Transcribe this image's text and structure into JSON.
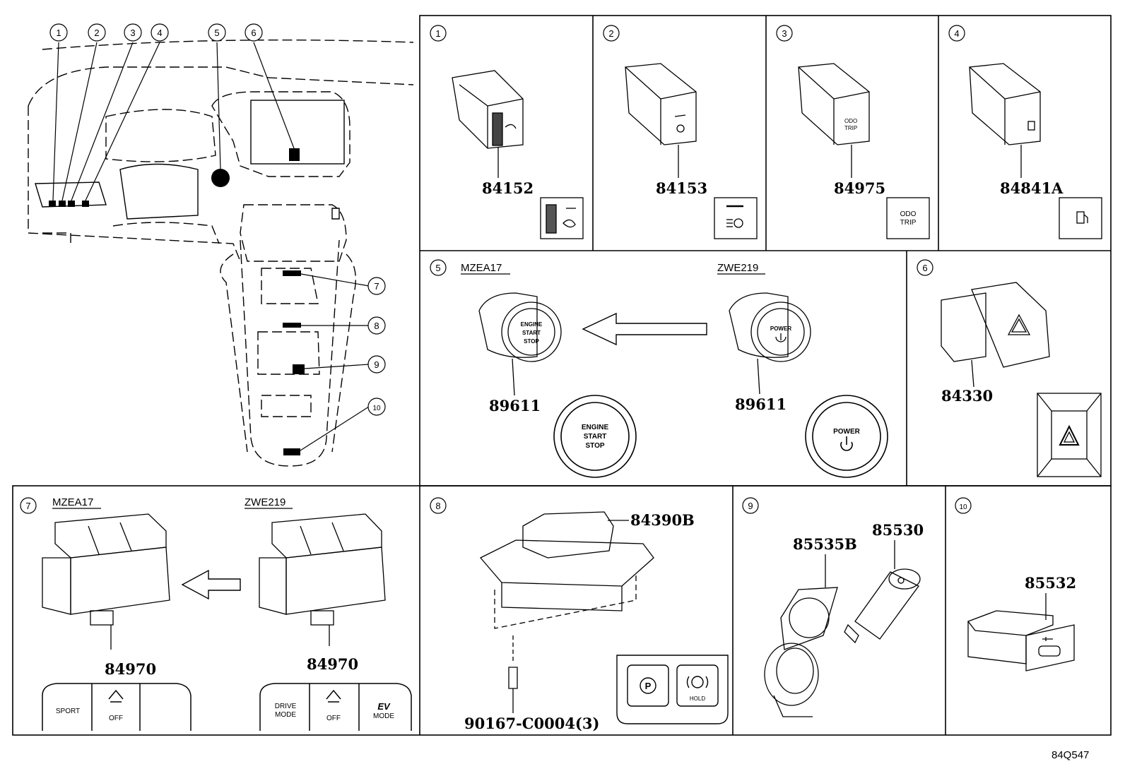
{
  "overview": {
    "callouts": [
      "1",
      "2",
      "3",
      "4",
      "5",
      "6",
      "7",
      "8",
      "9",
      "10"
    ]
  },
  "panels": {
    "p1": {
      "num": "1",
      "part": "84152"
    },
    "p2": {
      "num": "2",
      "part": "84153"
    },
    "p3": {
      "num": "3",
      "part": "84975",
      "icon_line1": "ODO",
      "icon_line2": "TRIP"
    },
    "p4": {
      "num": "4",
      "part": "84841A"
    },
    "p5": {
      "num": "5",
      "model_a": "MZEA17",
      "model_b": "ZWE219",
      "part_a": "89611",
      "part_b": "89611",
      "engine_l1": "ENGINE",
      "engine_l2": "START",
      "engine_l3": "STOP",
      "power": "POWER"
    },
    "p6": {
      "num": "6",
      "part": "84330"
    },
    "p7": {
      "num": "7",
      "model_a": "MZEA17",
      "model_b": "ZWE219",
      "part_a": "84970",
      "part_b": "84970",
      "sport": "SPORT",
      "off": "OFF",
      "drive_l1": "DRIVE",
      "drive_l2": "MODE",
      "ev_l1": "EV",
      "ev_l2": "MODE"
    },
    "p8": {
      "num": "8",
      "part": "84390B",
      "bolt": "90167-C0004(3)",
      "hold": "HOLD",
      "p": "P"
    },
    "p9": {
      "num": "9",
      "part_a": "85535B",
      "part_b": "85530"
    },
    "p10": {
      "num": "10",
      "part": "85532"
    }
  },
  "figure_code": "84Q547"
}
